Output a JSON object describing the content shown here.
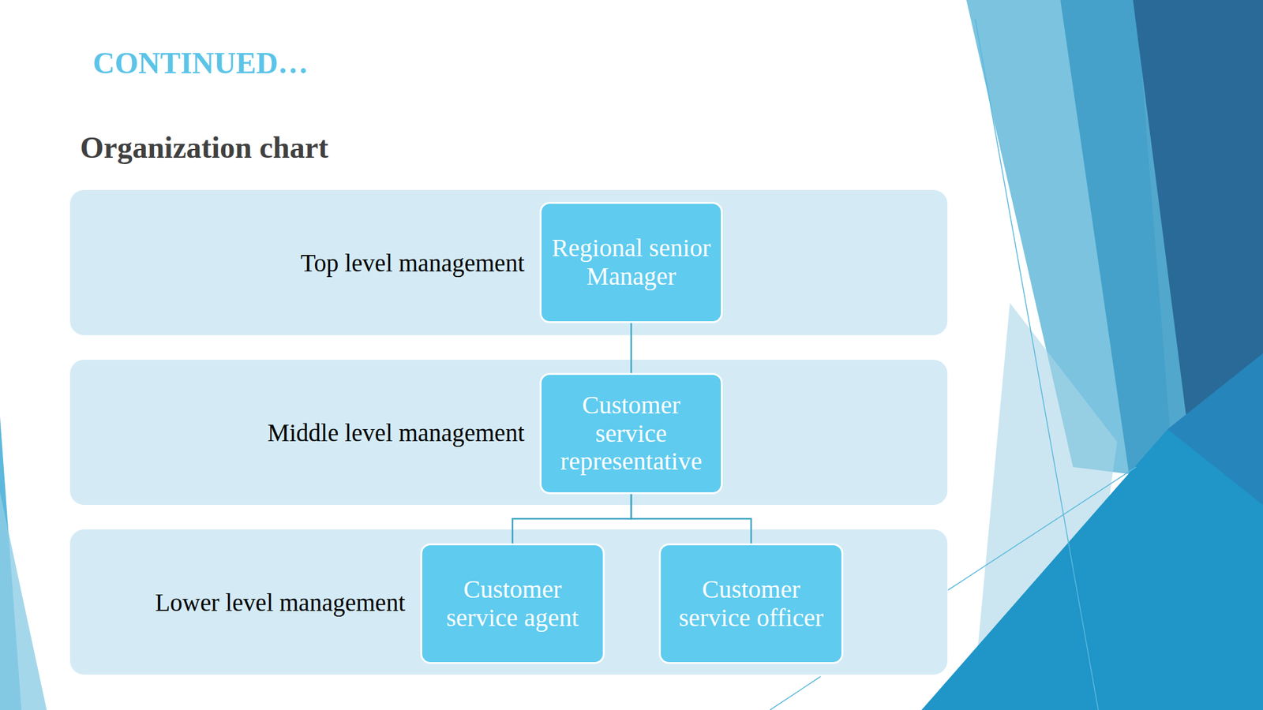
{
  "diagram": {
    "title": "CONTINUED…",
    "nodes": [
      {
        "text": [
          "Top level management"
        ]
      },
      {
        "text": [
          "Regional senior Manager"
        ],
        "in": 0
      },
      {
        "text": [
          "Middle level management"
        ]
      },
      {
        "text": [
          "Customer service representative"
        ],
        "in": 2
      },
      {
        "text": [
          "Lower level management"
        ]
      },
      {
        "text": [
          "Customer service agent"
        ],
        "in": 4
      },
      {
        "text": [
          "Customer service officer"
        ],
        "in": 4
      }
    ],
    "edges": [
      {
        "from": 1,
        "to": 3,
        "arrow": "none"
      },
      {
        "from": 3,
        "to": 5,
        "arrow": "none"
      },
      {
        "from": 3,
        "to": 6,
        "arrow": "none"
      }
    ],
    "labels": [
      "Organization chart"
    ]
  }
}
